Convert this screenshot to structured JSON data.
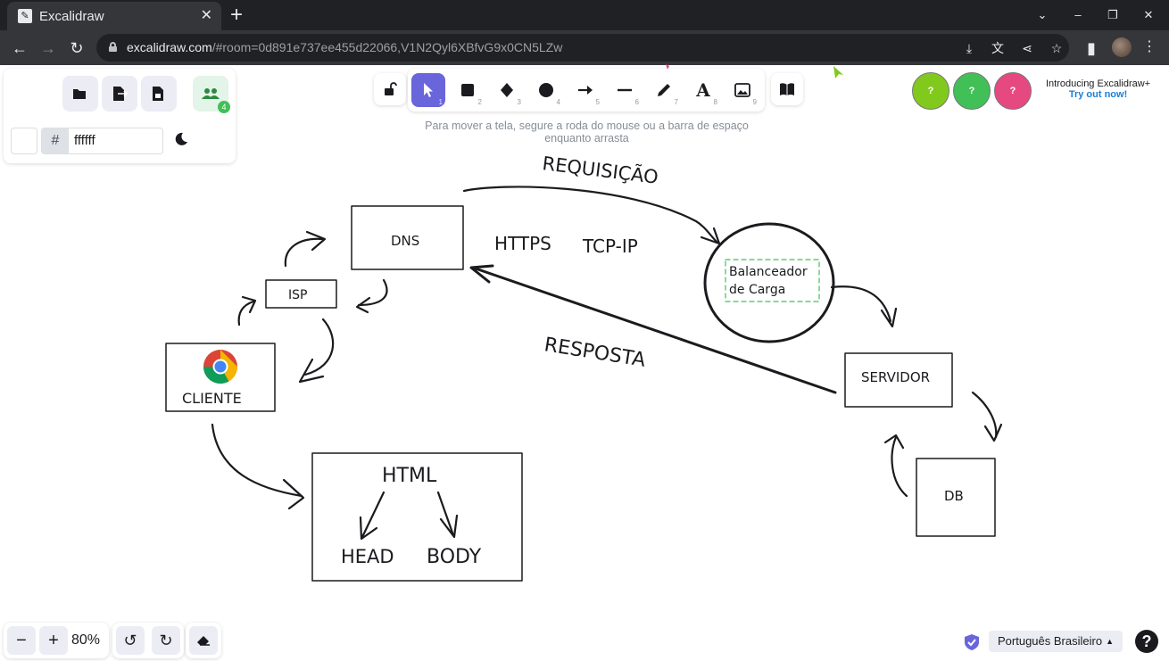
{
  "browser": {
    "tab_title": "Excalidraw",
    "tab_favicon": "excalidraw-favicon",
    "new_tab_icon": "+",
    "url_host": "excalidraw.com",
    "url_rest": "/#room=0d891e737ee455d22066,V1N2Qyl6XBfvG9x0CN5LZw"
  },
  "toolbar": {
    "hex_value": "ffffff",
    "hash": "#",
    "collab_count": "4",
    "tools": [
      {
        "name": "selection",
        "num": "1"
      },
      {
        "name": "rectangle",
        "num": "2"
      },
      {
        "name": "diamond",
        "num": "3"
      },
      {
        "name": "ellipse",
        "num": "4"
      },
      {
        "name": "arrow",
        "num": "5"
      },
      {
        "name": "line",
        "num": "6"
      },
      {
        "name": "draw",
        "num": "7"
      },
      {
        "name": "text",
        "num": "8"
      },
      {
        "name": "image",
        "num": "9"
      }
    ],
    "hint": "Para mover a tela, segure a roda do mouse ou a barra de espaço enquanto arrasta"
  },
  "collaborators": [
    {
      "label": "?",
      "color": "#82c91e"
    },
    {
      "label": "?",
      "color": "#40c057"
    },
    {
      "label": "?",
      "color": "#e64980"
    }
  ],
  "promo": {
    "line1": "Introducing Excalidraw+",
    "line2": "Try out now!"
  },
  "footer": {
    "zoom": "80%",
    "zoom_out": "−",
    "zoom_in": "+",
    "language": "Português Brasileiro",
    "help": "?"
  },
  "diagram": {
    "dns": "DNS",
    "isp": "ISP",
    "cliente": "CLIENTE",
    "https": "HTTPS",
    "tcpip": "TCP-IP",
    "requisicao": "REQUISIÇÃO",
    "resposta": "RESPOSTA",
    "balanceador_1": "Balanceador",
    "balanceador_2": "de Carga",
    "servidor": "SERVIDOR",
    "db": "DB",
    "html": "HTML",
    "head": "HEAD",
    "body": "BODY"
  }
}
